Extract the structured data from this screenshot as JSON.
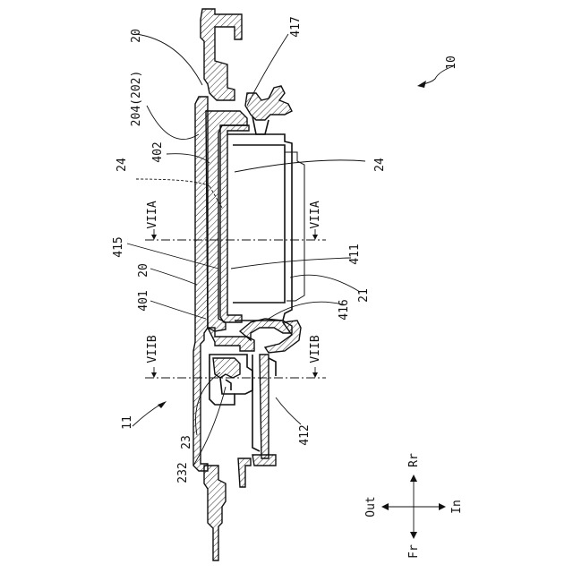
{
  "figure": {
    "ref_labels": {
      "l10": "10",
      "l11": "11",
      "l20a": "20",
      "l20b": "20",
      "l21": "21",
      "l23": "23",
      "l24a": "24",
      "l24b": "24",
      "l204": "204(202)",
      "l232": "232",
      "l401": "401",
      "l402": "402",
      "l411": "411",
      "l412": "412",
      "l415": "415",
      "l416": "416",
      "l417": "417"
    },
    "section_labels": {
      "v7a_left": "VIIA",
      "v7a_right": "VIIA",
      "v7b_left": "VIIB",
      "v7b_right": "VIIB"
    },
    "directions": {
      "out": "Out",
      "in": "In",
      "rr": "Rr",
      "fr": "Fr"
    }
  }
}
